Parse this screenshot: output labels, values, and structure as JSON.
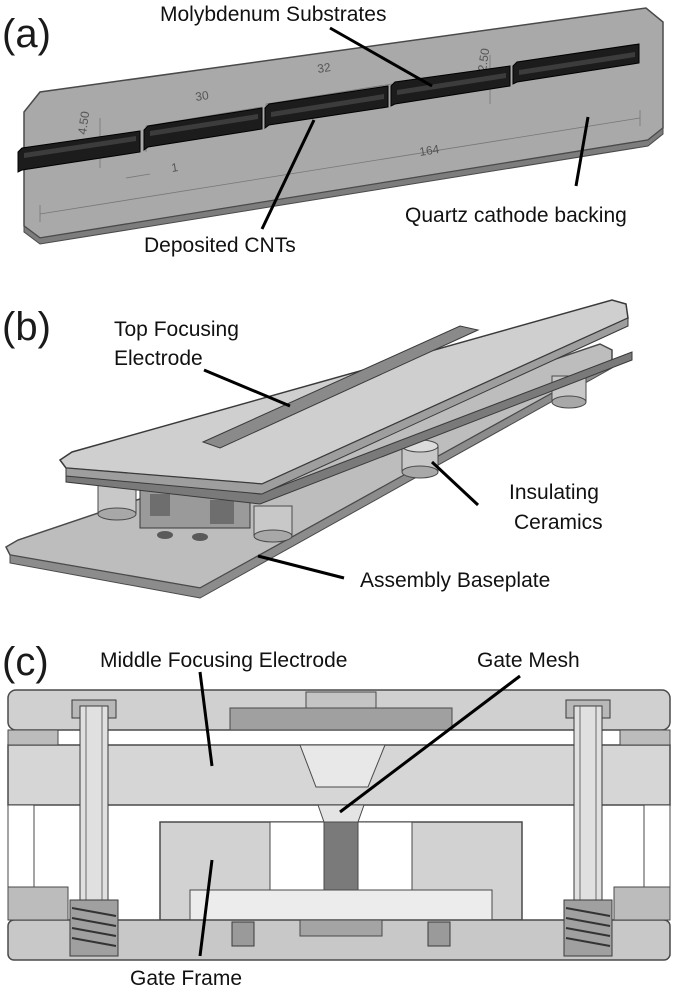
{
  "panels": {
    "a": {
      "label": "(a)",
      "callouts": {
        "molybdenum": "Molybdenum Substrates",
        "deposited": "Deposited CNTs",
        "quartz": "Quartz cathode backing"
      },
      "dimensions": {
        "height": "4.50",
        "width30": "30",
        "width32": "32",
        "thickness": "2.50",
        "gap": "1",
        "length": "164"
      }
    },
    "b": {
      "label": "(b)",
      "callouts": {
        "top_line1": "Top Focusing",
        "top_line2": "Electrode",
        "ins_line1": "Insulating",
        "ins_line2": "Ceramics",
        "base": "Assembly Baseplate"
      }
    },
    "c": {
      "label": "(c)",
      "callouts": {
        "middle": "Middle Focusing Electrode",
        "mesh": "Gate Mesh",
        "frame": "Gate Frame"
      }
    }
  },
  "colors": {
    "metal_light": "#d0d0d0",
    "metal_mid": "#b4b4b4",
    "metal_dark": "#8c8c8c",
    "quartz": "#a9a9a9",
    "substrate": "#1c1c1c",
    "mesh": "#7a7a7a"
  }
}
